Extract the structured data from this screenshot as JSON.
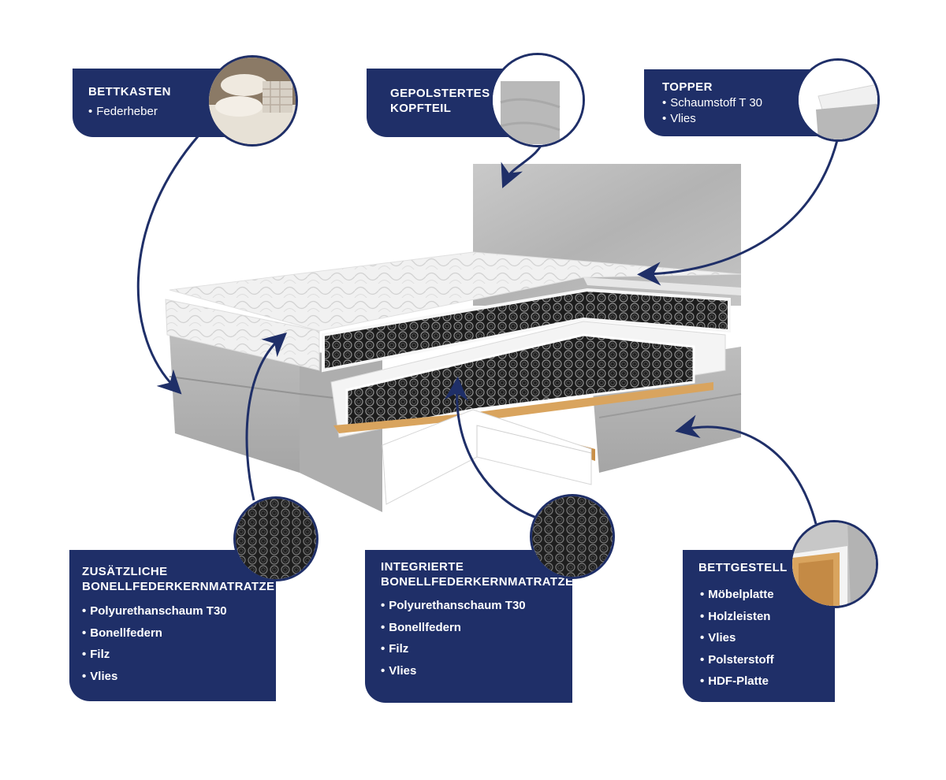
{
  "callouts": {
    "bettkasten": {
      "title": "BETTKASTEN",
      "items": [
        "Federheber"
      ]
    },
    "kopfteil": {
      "title_line1": "GEPOLSTERTES",
      "title_line2": "KOPFTEIL"
    },
    "topper": {
      "title": "TOPPER",
      "items": [
        "Schaumstoff  T 30",
        "Vlies"
      ]
    },
    "zusaetzliche": {
      "title_line1": "ZUSÄTZLICHE",
      "title_line2": "BONELLFEDERKERNMATRATZE",
      "items": [
        "Polyurethanschaum T30",
        "Bonellfedern",
        "Filz",
        "Vlies"
      ]
    },
    "integrierte": {
      "title_line1": "INTEGRIERTE",
      "title_line2": "BONELLFEDERKERNMATRATZE",
      "items": [
        "Polyurethanschaum T30",
        "Bonellfedern",
        "Filz",
        "Vlies"
      ]
    },
    "bettgestell": {
      "title": "BETTGESTELL",
      "items": [
        "Möbelplatte",
        "Holzleisten",
        "Vlies",
        "Polsterstoff",
        "HDF-Platte"
      ]
    }
  },
  "icons": {
    "bettkasten_thumb": "pillows-in-storage-box-icon",
    "kopfteil_thumb": "velvet-fabric-swatch-icon",
    "topper_thumb": "topper-corner-icon",
    "spring_thumb": "bonnell-spring-coil-icon",
    "frame_thumb": "wooden-frame-corner-icon"
  },
  "colors": {
    "brand_navy": "#1f2f68",
    "fabric_grey": "#bdbdbd",
    "wood": "#d9a45e"
  }
}
